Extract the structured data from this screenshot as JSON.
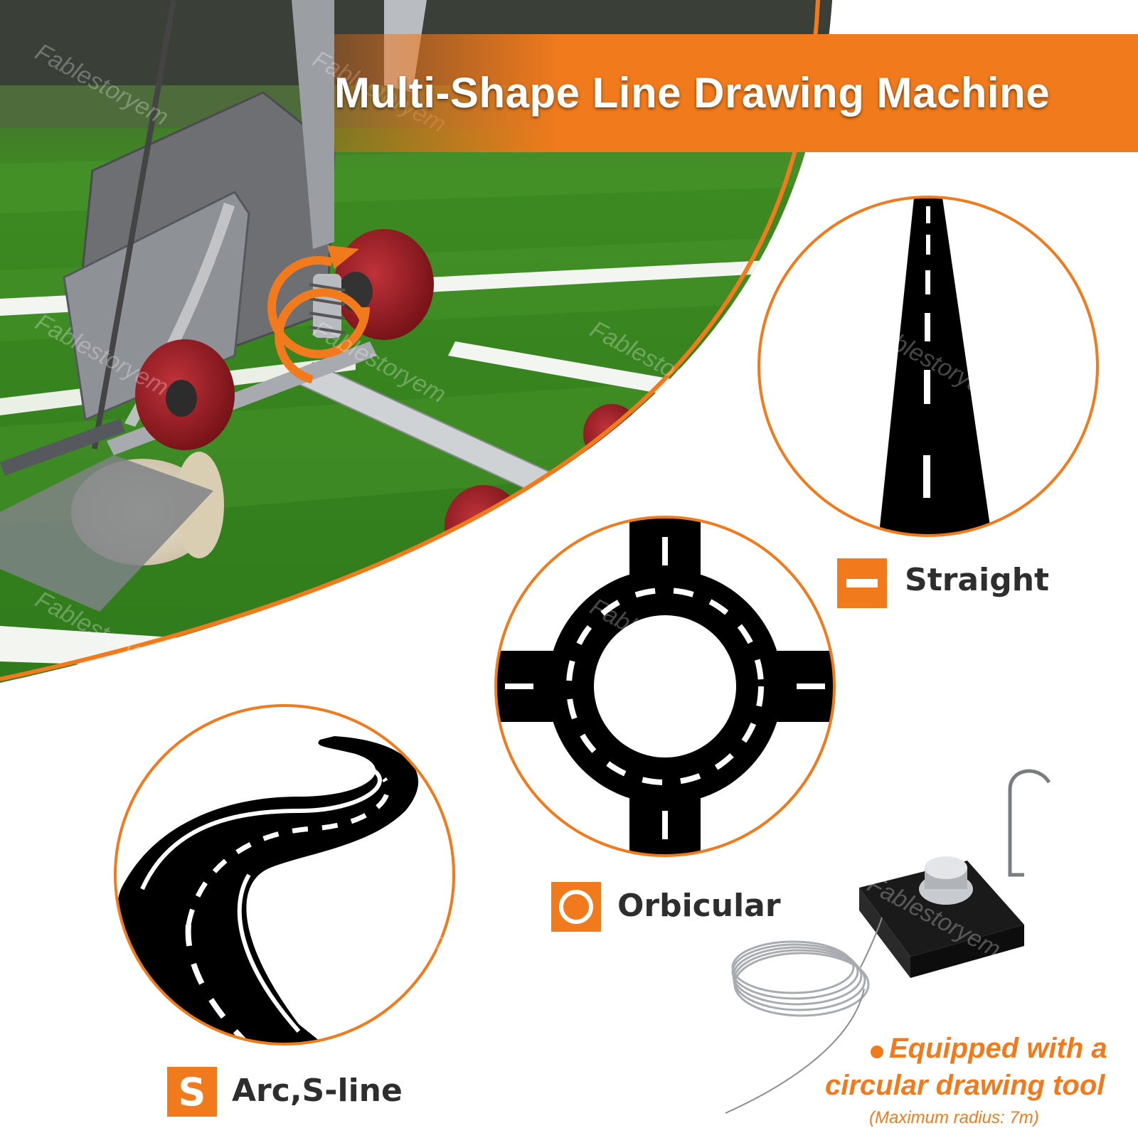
{
  "title": "Multi-Shape Line Drawing Machine",
  "shapes": {
    "straight": {
      "label": "Straight",
      "icon": "minus-icon"
    },
    "orbicular": {
      "label": "Orbicular",
      "icon": "circle-icon"
    },
    "arc": {
      "label": "Arc,S-line",
      "icon": "s-letter-icon",
      "badge_letter": "S"
    }
  },
  "tool": {
    "line1": "Equipped with a",
    "line2": "circular drawing tool",
    "note": "(Maximum radius: 7m)"
  },
  "watermark": "Fablestoryem",
  "colors": {
    "accent": "#f07a1c",
    "turf": "#3f8a25",
    "wheel": "#a01c22",
    "road": "#000000"
  }
}
